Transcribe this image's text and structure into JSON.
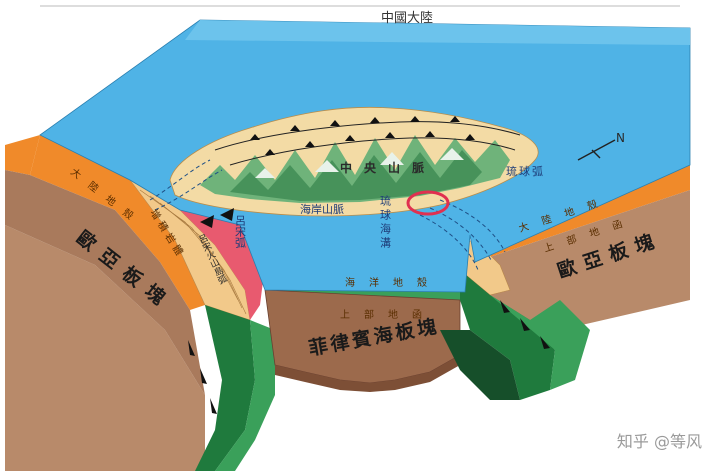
{
  "title": "中國大陸",
  "labels": {
    "central_range": "中央山脈",
    "coastal_range": "海岸山脈",
    "ryukyu_arc": "琉球弧",
    "ryukyu_trench_left": "琉球海溝",
    "luzon_arc": "呂宋弧",
    "luzon_volcanic": "呂宋火山島弧",
    "eurasian_plate_left": "歐亞板塊",
    "eurasian_plate_right": "歐亞板塊",
    "philippine_plate": "菲律賓海板塊",
    "continental_shelf_left": "大陸地殼",
    "continental_shelf_right_1": "大陸地殼",
    "continental_shelf_right_2": "上部地函",
    "accretionary_left": "增積岩體",
    "ocean_crust": "海洋地殼",
    "upper_mantle": "上部地函",
    "north_arrow": "N"
  },
  "watermark": "知乎 @等风",
  "colors": {
    "ocean": "#4fb3e6",
    "continental_crust": "#f08a2a",
    "mantle": "#b88a6a",
    "oceanic_crust": "#1f7a3d",
    "accretion": "#f2c98a",
    "volcanic_arc": "#e85a6f",
    "highlight_circle": "#e03050"
  },
  "icons": [
    "north-arrow-icon",
    "subduction-triangle-icon",
    "motion-arrow-icon"
  ]
}
